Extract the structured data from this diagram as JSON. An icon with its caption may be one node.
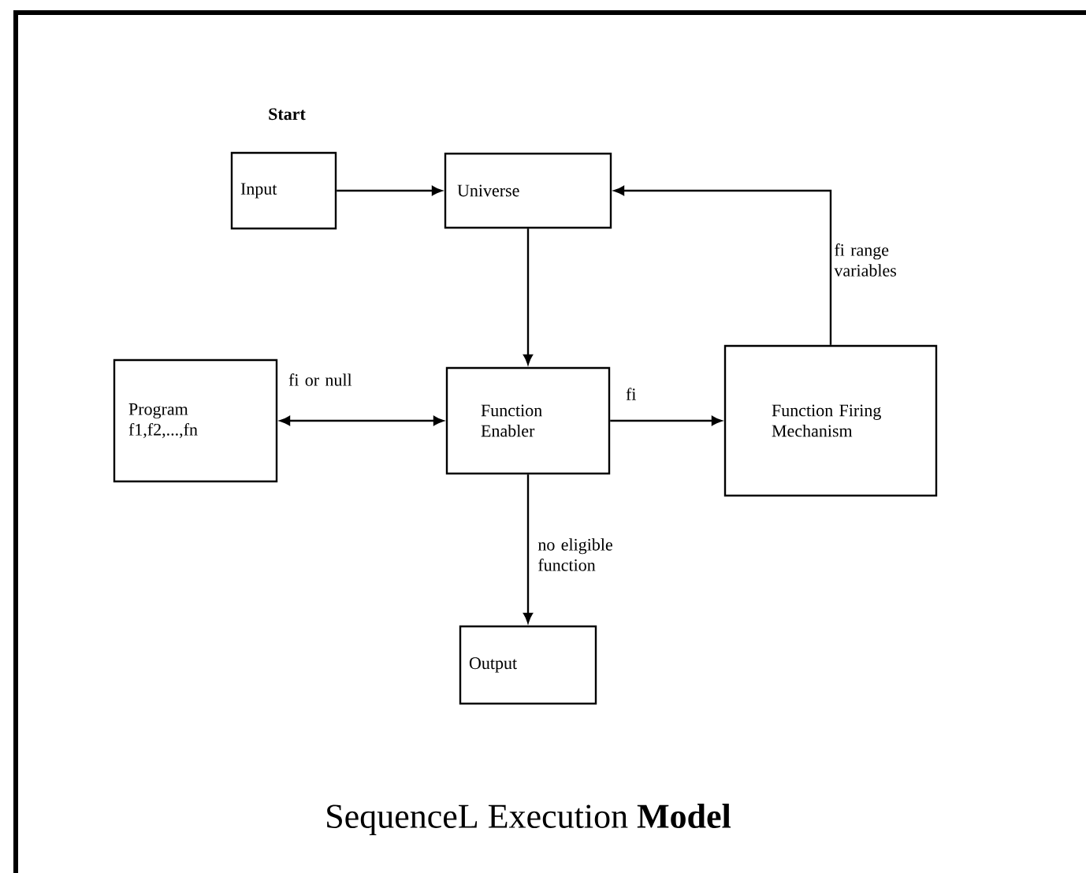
{
  "diagram": {
    "title": "SequenceL Execution **Model**",
    "nodes": [
      {
        "text": [
          "Input"
        ],
        "beside": [
          "Start"
        ]
      },
      {
        "text": [
          "Universe"
        ]
      },
      {
        "text": [
          "Program f1,f2,...,fn"
        ]
      },
      {
        "text": [
          "Function Enabler"
        ]
      },
      {
        "text": [
          "Function Firing Mechanism"
        ]
      },
      {
        "text": [
          "Output"
        ]
      }
    ],
    "edges": [
      {
        "from": 0,
        "to": 1,
        "arrow": "to"
      },
      {
        "from": 1,
        "to": 3,
        "arrow": "to"
      },
      {
        "from": 2,
        "to": 3,
        "arrow": "both",
        "label": "fi or null"
      },
      {
        "from": 3,
        "to": 4,
        "arrow": "to",
        "label": "fi"
      },
      {
        "from": 4,
        "to": 1,
        "arrow": "to",
        "label": "fi range variables"
      },
      {
        "from": 3,
        "to": 5,
        "arrow": "to",
        "label": "no eligible function"
      }
    ]
  }
}
